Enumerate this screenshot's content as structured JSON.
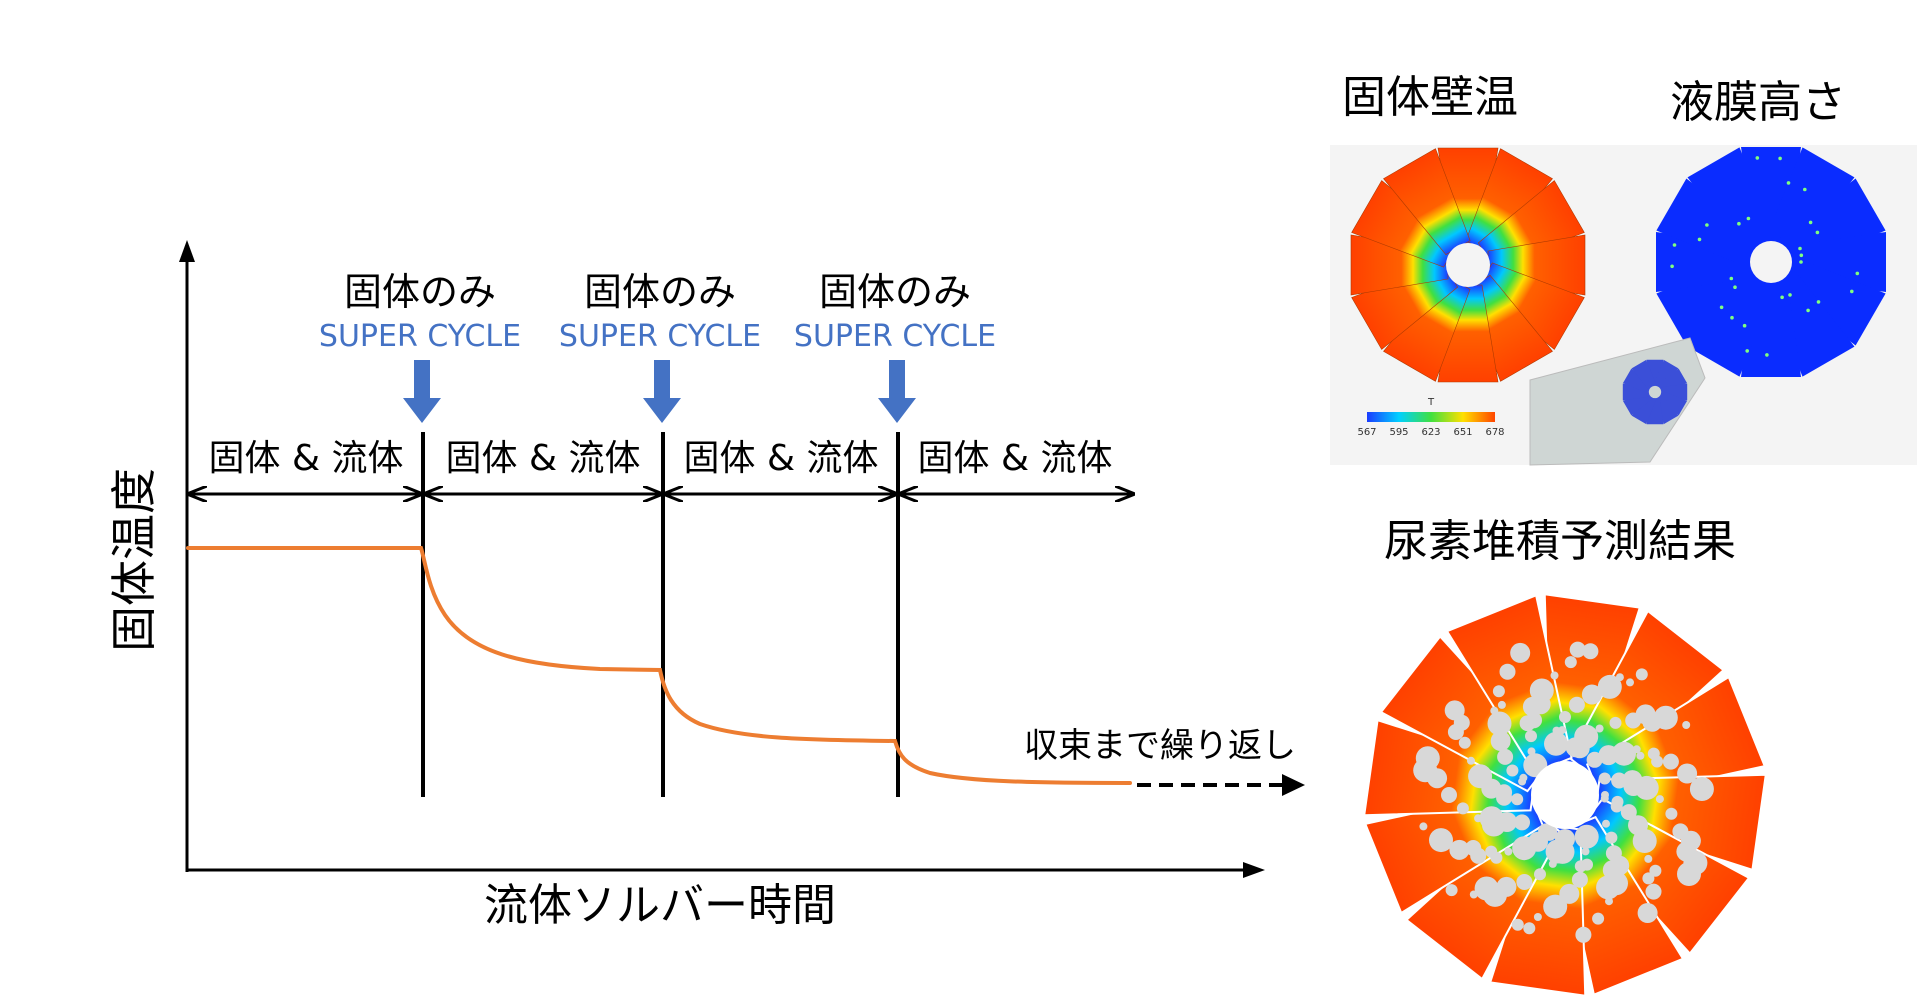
{
  "diagram": {
    "y_axis_label": "固体温度",
    "x_axis_label": "流体ソルバー時間",
    "phases": [
      {
        "label": "固体 & 流体"
      },
      {
        "label": "固体 & 流体"
      },
      {
        "label": "固体 & 流体"
      },
      {
        "label": "固体 & 流体"
      }
    ],
    "super_cycles": [
      {
        "title": "固体のみ",
        "subtitle": "SUPER CYCLE"
      },
      {
        "title": "固体のみ",
        "subtitle": "SUPER CYCLE"
      },
      {
        "title": "固体のみ",
        "subtitle": "SUPER CYCLE"
      }
    ],
    "continue_label": "収束まで繰り返し",
    "colors": {
      "curve": "#ED7D31",
      "super_cycle": "#4472C4",
      "axis": "#000000"
    }
  },
  "results": {
    "wall_temp_title": "固体壁温",
    "film_height_title": "液膜高さ",
    "deposit_title": "尿素堆積予測結果",
    "colorbar": {
      "title": "T",
      "ticks": [
        "567",
        "595",
        "623",
        "651",
        "678"
      ],
      "colors": [
        "#1a3cff",
        "#00d0ff",
        "#40e040",
        "#ffe000",
        "#ff4500"
      ]
    },
    "blade_count": 12
  }
}
